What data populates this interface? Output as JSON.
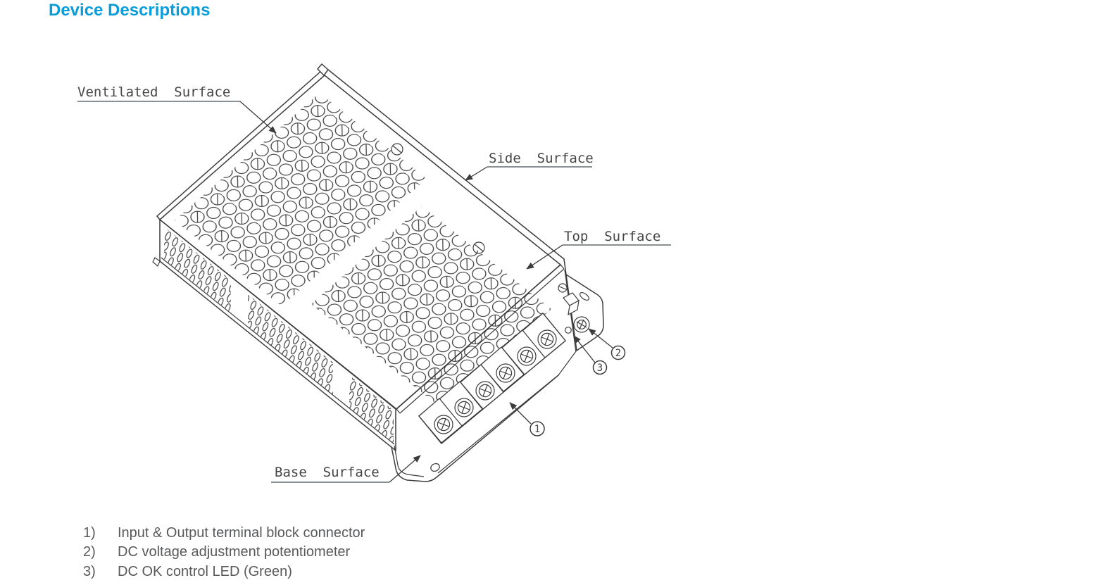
{
  "title": {
    "text": "Device Descriptions"
  },
  "diagram": {
    "labels": {
      "ventilated": "Ventilated  Surface",
      "side": "Side  Surface",
      "top": "Top  Surface",
      "base": "Base  Surface"
    },
    "callouts": {
      "c1": "1",
      "c2": "2",
      "c3": "3"
    }
  },
  "legend": {
    "items": [
      {
        "num": "1)",
        "text": "Input & Output terminal block connector"
      },
      {
        "num": "2)",
        "text": "DC voltage adjustment potentiometer"
      },
      {
        "num": "3)",
        "text": "DC OK control LED (Green)"
      }
    ]
  },
  "colors": {
    "title_accent": "#0a9dda",
    "drawing_line": "#3c3c3c",
    "body_text": "#58595b",
    "label_text": "#454545",
    "underline": "#8b9095"
  }
}
